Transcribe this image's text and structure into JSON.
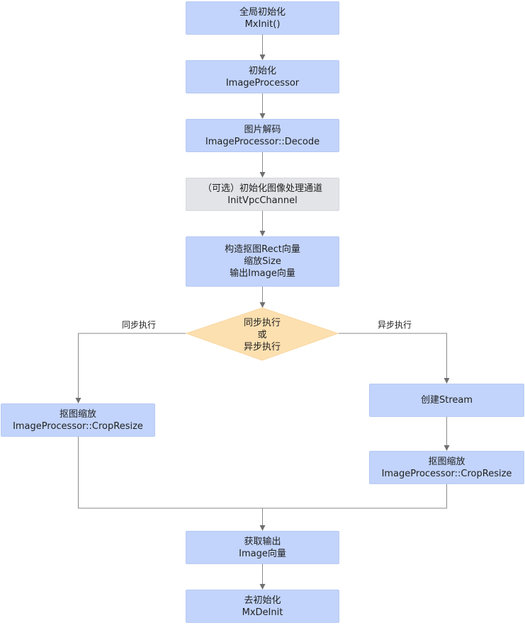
{
  "nodes": {
    "mxinit": {
      "line1": "全局初始化",
      "line2": "MxInit()"
    },
    "init_ip": {
      "line1": "初始化",
      "line2": "ImageProcessor"
    },
    "decode": {
      "line1": "图片解码",
      "line2": "ImageProcessor::Decode"
    },
    "vpc": {
      "line1": "（可选）初始化图像处理通道",
      "line2": "InitVpcChannel"
    },
    "construct": {
      "line1": "构造抠图Rect向量",
      "line2": "缩放Size",
      "line3": "输出Image向量"
    },
    "decision": {
      "line1": "同步执行",
      "line2": "或",
      "line3": "异步执行"
    },
    "crop_sync": {
      "line1": "抠图缩放",
      "line2": "ImageProcessor::CropResize"
    },
    "stream": {
      "line1": "创建Stream"
    },
    "crop_async": {
      "line1": "抠图缩放",
      "line2": "ImageProcessor::CropResize"
    },
    "get_output": {
      "line1": "获取输出",
      "line2": "Image向量"
    },
    "deinit": {
      "line1": "去初始化",
      "line2": "MxDeInit"
    }
  },
  "edges": {
    "sync_label": "同步执行",
    "async_label": "异步执行"
  },
  "colors": {
    "node_fill": "#c2d4fb",
    "optional_fill": "#e2e4e8",
    "decision_fill": "#fde0b0",
    "line": "#7a7a7a"
  }
}
